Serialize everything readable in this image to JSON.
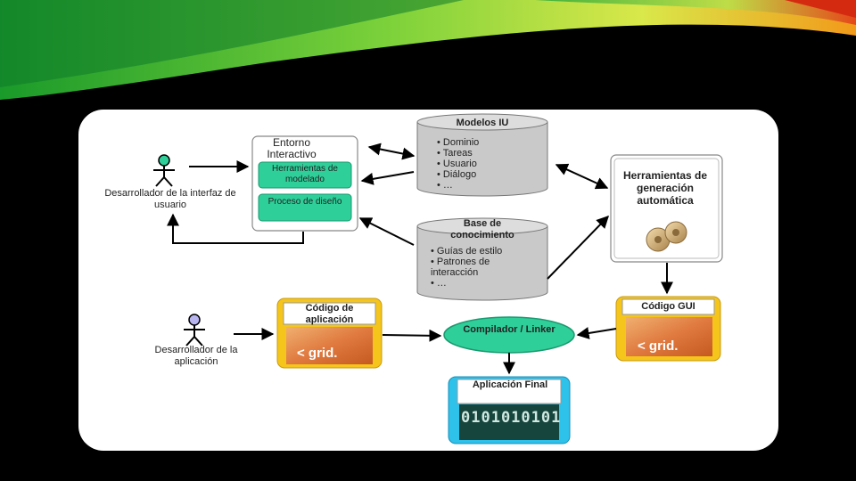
{
  "actors": {
    "ui_developer": "Desarrollador de la interfaz de usuario",
    "app_developer": "Desarrollador de la aplicación"
  },
  "entorno": {
    "title": "Entorno Interactivo",
    "tool1": "Herramientas de modelado",
    "tool2": "Proceso de diseño"
  },
  "modelos": {
    "title": "Modelos IU",
    "items": [
      "Dominio",
      "Tareas",
      "Usuario",
      "Diálogo",
      "…"
    ]
  },
  "conocimiento": {
    "title": "Base de conocimiento",
    "items": [
      "Guías de estilo",
      "Patrones de interacción",
      "…"
    ]
  },
  "herramientas": {
    "title": "Herramientas de generación automática"
  },
  "codigo_app": {
    "title": "Código de aplicación",
    "thumb_text": "< grid."
  },
  "codigo_gui": {
    "title": "Código GUI",
    "thumb_text": "< grid."
  },
  "compilador": {
    "title": "Compilador / Linker"
  },
  "aplicacion": {
    "title": "Aplicación Final",
    "binary_text": "0101010101"
  },
  "colors": {
    "teal": "#2fcf9a",
    "yellow": "#f5c51b",
    "cyan": "#2ec1ea",
    "cylinder": "#c9c9c9"
  }
}
